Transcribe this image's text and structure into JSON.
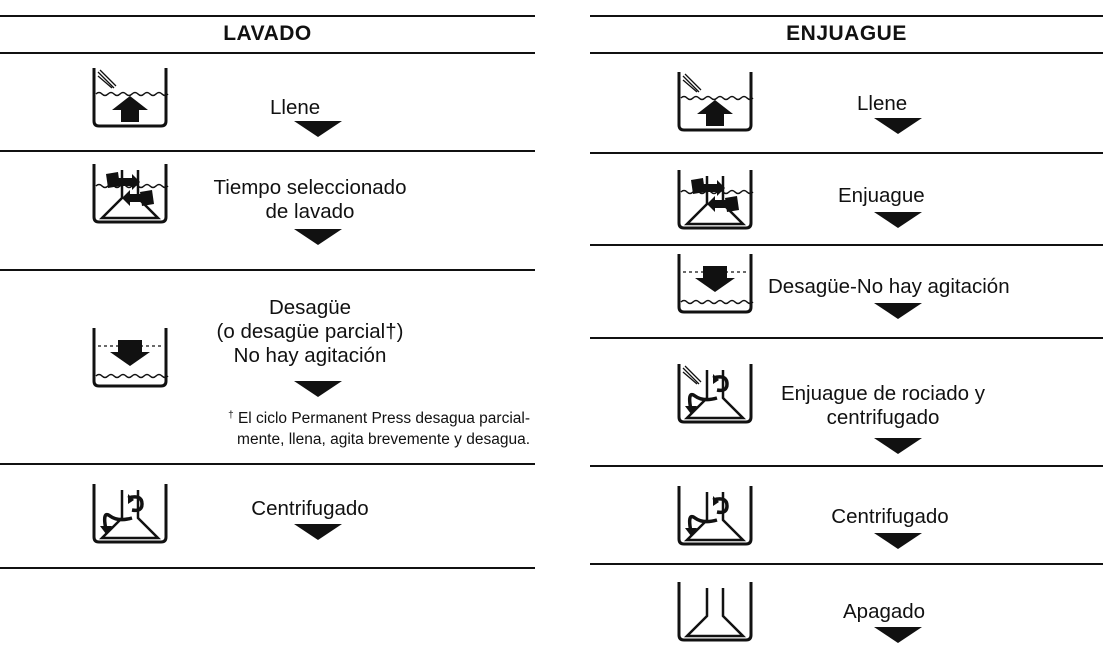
{
  "lavado": {
    "title": "LAVADO",
    "fill": {
      "label": "Llene",
      "icon": "tub-fill-icon"
    },
    "wash": {
      "line1": "Tiempo seleccionado",
      "line2": "de lavado",
      "icon": "tub-agitate-icon"
    },
    "drain": {
      "line1": "Desagüe",
      "line2": "(o desagüe parcial†)",
      "line3": "No hay agitación",
      "icon": "tub-drain-icon"
    },
    "footnote": {
      "mark": "†",
      "line1": "El ciclo Permanent Press desagua parcial-",
      "line2": "mente, llena, agita brevemente y desagua."
    },
    "spin": {
      "label": "Centrifugado",
      "icon": "tub-spin-icon"
    }
  },
  "enjuague": {
    "title": "ENJUAGUE",
    "fill": {
      "label": "Llene",
      "icon": "tub-fill-icon"
    },
    "rinse": {
      "label": "Enjuague",
      "icon": "tub-agitate-icon"
    },
    "drain": {
      "label": "Desagüe-No hay agitación",
      "icon": "tub-drain-icon"
    },
    "spray_spin": {
      "line1": "Enjuague de rociado y",
      "line2": "centrifugado",
      "icon": "tub-spray-spin-icon"
    },
    "spin": {
      "label": "Centrifugado",
      "icon": "tub-spin-icon"
    },
    "off": {
      "label": "Apagado",
      "icon": "tub-off-icon"
    }
  }
}
